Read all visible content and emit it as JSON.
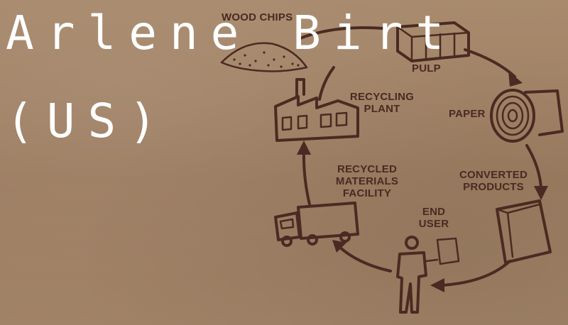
{
  "overlay": {
    "line1": "Arlene Birt",
    "line2": "(US)"
  },
  "diagram": {
    "labels": {
      "wood_chips": "WOOD CHIPS",
      "pulp": "PULP",
      "paper": "PAPER",
      "converted_products": "CONVERTED PRODUCTS",
      "end_user": "END USER",
      "recycled_materials_facility": "RECYCLED MATERIALS FACILITY",
      "recycling_plant": "RECYCLING PLANT"
    }
  },
  "colors": {
    "ink": "#4a2a22",
    "cardboard": "#a08266",
    "overlay_text": "#ffffff"
  }
}
